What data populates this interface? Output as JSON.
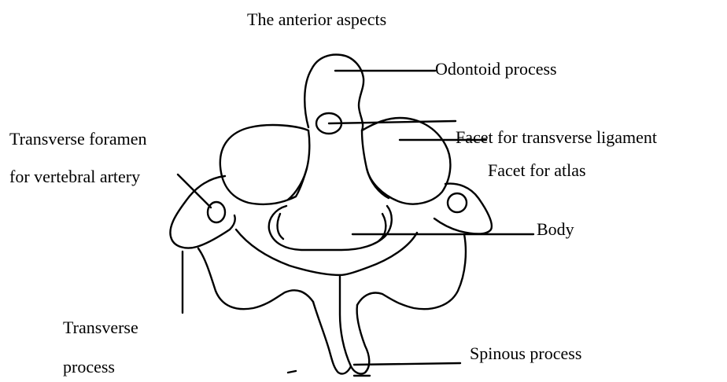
{
  "title": "The anterior aspects",
  "labels": {
    "odontoid_process": "Odontoid process",
    "facet_transverse_ligament": "Facet for transverse ligament",
    "facet_atlas": "Facet for atlas",
    "transverse_foramen_line1": "Transverse foramen",
    "transverse_foramen_line2": "for vertebral artery",
    "body": "Body",
    "transverse_process_line1": "Transverse",
    "transverse_process_line2": "process",
    "spinous_process": "Spinous process"
  },
  "colors": {
    "line": "#000000",
    "background": "#ffffff"
  }
}
